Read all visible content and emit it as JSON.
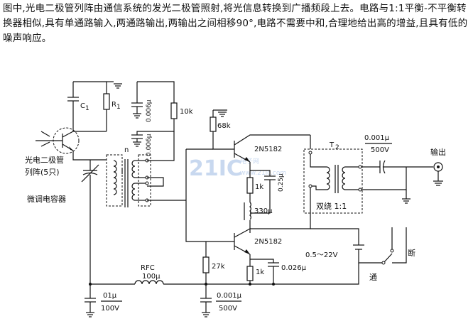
{
  "description": "图中,光电二极管列阵由通信系统的发光二极管照射,将光信息转换到广播频段上去。电路与1:1平衡-不平衡转换器相似,具有单通路输入,两通路输出,两输出之间相移90°,电路不需要中和,合理地给出高的增益,且具有低的噪声响应。",
  "labels": {
    "c1": "C",
    "c1_sub": "1",
    "r1": "R",
    "r1_sub": "1",
    "cap_006a": "0.006μ",
    "cap_006b": "0.006μ",
    "r10k": "10k",
    "r68k": "68k",
    "n": "n",
    "photodiode_1": "光电二极管",
    "photodiode_2": "列阵(5只)",
    "trimmer": "微调电容器",
    "q1": "2N5182",
    "q2": "2N5182",
    "r1k_a": "1k",
    "cap_025": "0.25μ",
    "l330": "330μ",
    "t2": "T",
    "t2_sub": "2",
    "balun": "双绕 1:1",
    "cap_out_val": "0.001μ",
    "cap_out_v": "500V",
    "output": "输出",
    "rfc": "RFC",
    "rfc_val": "100μ",
    "r27k": "27k",
    "r1k_b": "1k",
    "cap_026": "0.026μ",
    "supply": "0.5～22V",
    "switch_on": "通",
    "switch_off": "断",
    "cap_bl_val": "01μ",
    "cap_bl_v": "100V",
    "cap_bm_val": "0.001μ",
    "cap_bm_v": "500V"
  },
  "watermark": {
    "main": "21IC",
    "sub": "电子网",
    "url": "www.21ic.com"
  }
}
